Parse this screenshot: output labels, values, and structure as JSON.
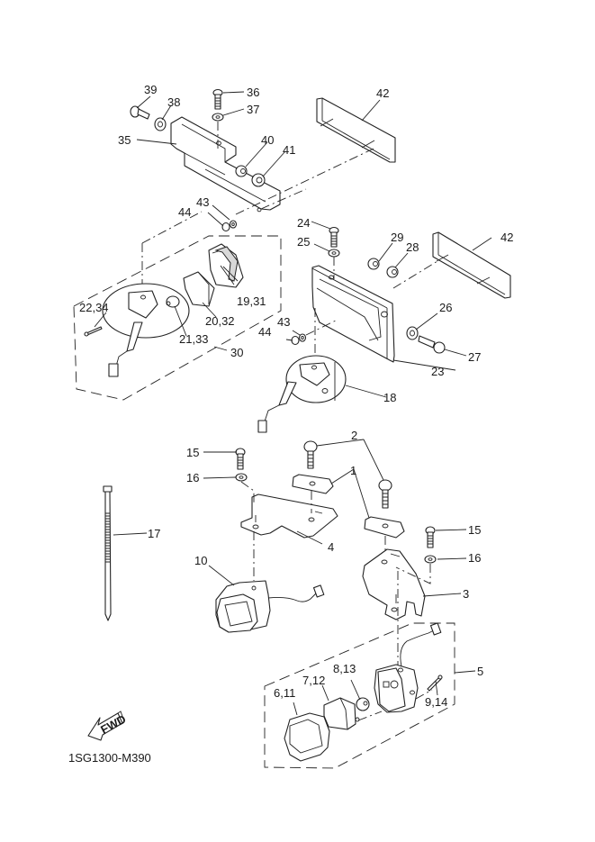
{
  "diagram": {
    "title_code": "1SG1300-M390",
    "fwd_label": "FWD",
    "labels": {
      "p1": "1",
      "p2": "2",
      "p3": "3",
      "p4": "4",
      "p5": "5",
      "p6_11": "6,11",
      "p7_12": "7,12",
      "p8_13": "8,13",
      "p9_14": "9,14",
      "p10": "10",
      "p15a": "15",
      "p15b": "15",
      "p16a": "16",
      "p16b": "16",
      "p17": "17",
      "p18": "18",
      "p19_31": "19,31",
      "p20_32": "20,32",
      "p21_33": "21,33",
      "p22_34": "22,34",
      "p23": "23",
      "p24": "24",
      "p25": "25",
      "p26": "26",
      "p27": "27",
      "p28": "28",
      "p29": "29",
      "p30": "30",
      "p35": "35",
      "p36": "36",
      "p37": "37",
      "p38": "38",
      "p39": "39",
      "p40": "40",
      "p41": "41",
      "p42a": "42",
      "p42b": "42",
      "p43a": "43",
      "p43b": "43",
      "p44a": "44",
      "p44b": "44"
    }
  }
}
